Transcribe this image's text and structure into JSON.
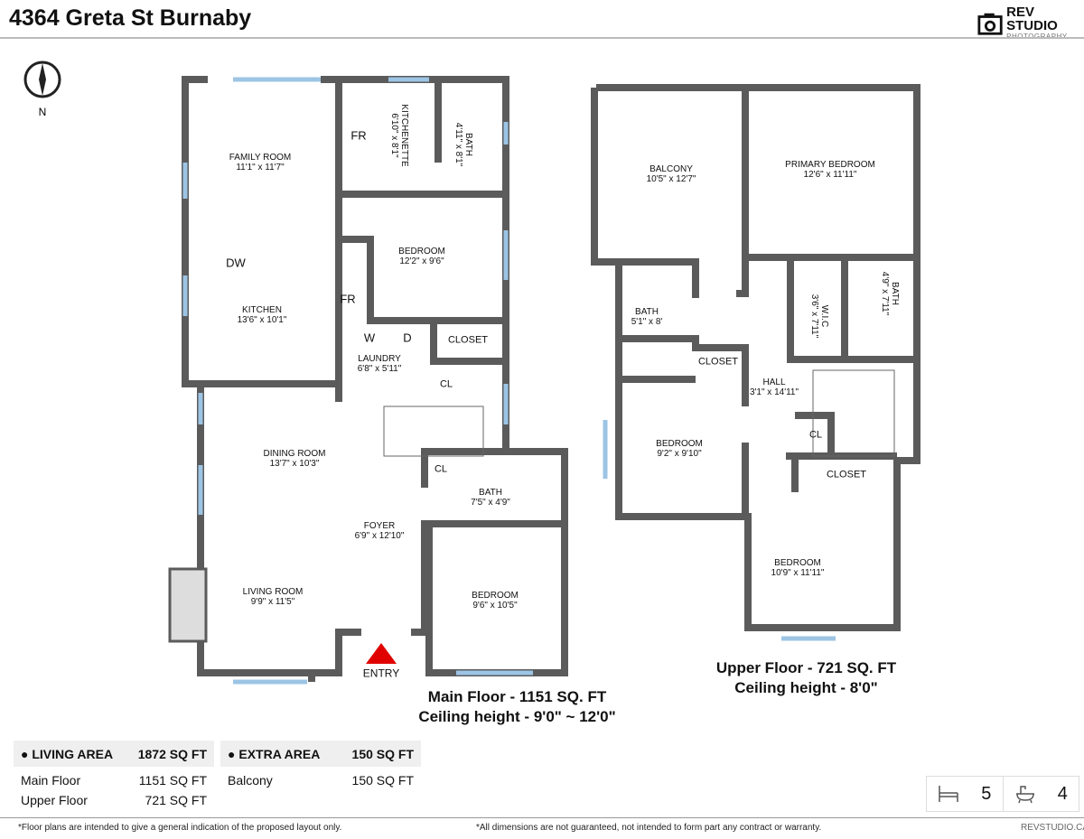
{
  "header": {
    "title": "4364 Greta St Burnaby",
    "logo_main": "REV STUDIO",
    "logo_sub": "PHOTOGRAPHY"
  },
  "compass": {
    "label": "N",
    "icon": "compass-icon"
  },
  "main_floor": {
    "caption_1": "Main Floor - 1151 SQ. FT",
    "caption_2": "Ceiling height - 9'0\" ~ 12'0\"",
    "rooms": [
      {
        "name": "FAMILY ROOM",
        "dims": "11'1\" x 11'7\""
      },
      {
        "name": "KITCHENETTE",
        "dims": "6'10\" x 8'1\""
      },
      {
        "name": "BATH",
        "dims": "4'11\" x 8'1\""
      },
      {
        "name": "BEDROOM",
        "dims": "12'2\" x 9'6\""
      },
      {
        "name": "KITCHEN",
        "dims": "13'6\" x 10'1\""
      },
      {
        "name": "LAUNDRY",
        "dims": "6'8\" x 5'11\""
      },
      {
        "name": "DINING ROOM",
        "dims": "13'7\" x 10'3\""
      },
      {
        "name": "BATH",
        "dims": "7'5\" x 4'9\""
      },
      {
        "name": "FOYER",
        "dims": "6'9\" x 12'10\""
      },
      {
        "name": "LIVING ROOM",
        "dims": "9'9\" x 11'5\""
      },
      {
        "name": "BEDROOM",
        "dims": "9'6\" x 10'5\""
      }
    ],
    "fixtures": {
      "fr1": "FR",
      "fr2": "FR",
      "dw": "DW",
      "w": "W",
      "d": "D",
      "closet": "CLOSET",
      "cl1": "CL",
      "cl2": "CL"
    },
    "entry": "ENTRY"
  },
  "upper_floor": {
    "caption_1": "Upper Floor - 721 SQ. FT",
    "caption_2": "Ceiling height - 8'0\"",
    "rooms": [
      {
        "name": "BALCONY",
        "dims": "10'5\" x 12'7\""
      },
      {
        "name": "PRIMARY BEDROOM",
        "dims": "12'6\" x 11'11\""
      },
      {
        "name": "BATH",
        "dims": "5'1\" x 8'"
      },
      {
        "name": "W.I.C",
        "dims": "3'6\" x 7'11\""
      },
      {
        "name": "BATH",
        "dims": "4'9\" x 7'11\""
      },
      {
        "name": "HALL",
        "dims": "3'1\" x 14'11\""
      },
      {
        "name": "BEDROOM",
        "dims": "9'2\" x 9'10\""
      },
      {
        "name": "BEDROOM",
        "dims": "10'9\" x 11'11\""
      }
    ],
    "fixtures": {
      "closet1": "CLOSET",
      "closet2": "CLOSET",
      "cl": "CL"
    }
  },
  "areas": {
    "living": {
      "label": "LIVING AREA",
      "total": "1872 SQ FT",
      "rows": [
        {
          "name": "Main Floor",
          "value": "1151 SQ FT"
        },
        {
          "name": "Upper Floor",
          "value": "721 SQ FT"
        }
      ]
    },
    "extra": {
      "label": "EXTRA AREA",
      "total": "150 SQ FT",
      "rows": [
        {
          "name": "Balcony",
          "value": "150 SQ FT"
        }
      ]
    }
  },
  "stats": {
    "bedrooms": "5",
    "bathrooms": "4",
    "bed_icon": "bed-icon",
    "bath_icon": "bathtub-icon"
  },
  "footer": {
    "note_left": "*Floor plans are intended to give a general indication of the proposed layout only.",
    "note_right": "*All dimensions are not guaranteed, not intended to form part any contract or warranty.",
    "site": "REVSTUDIO.CA"
  },
  "colors": {
    "wall": "#5b5b5b",
    "window": "#9cc4e4",
    "door": "#2e8b57",
    "entry": "#e00000"
  }
}
